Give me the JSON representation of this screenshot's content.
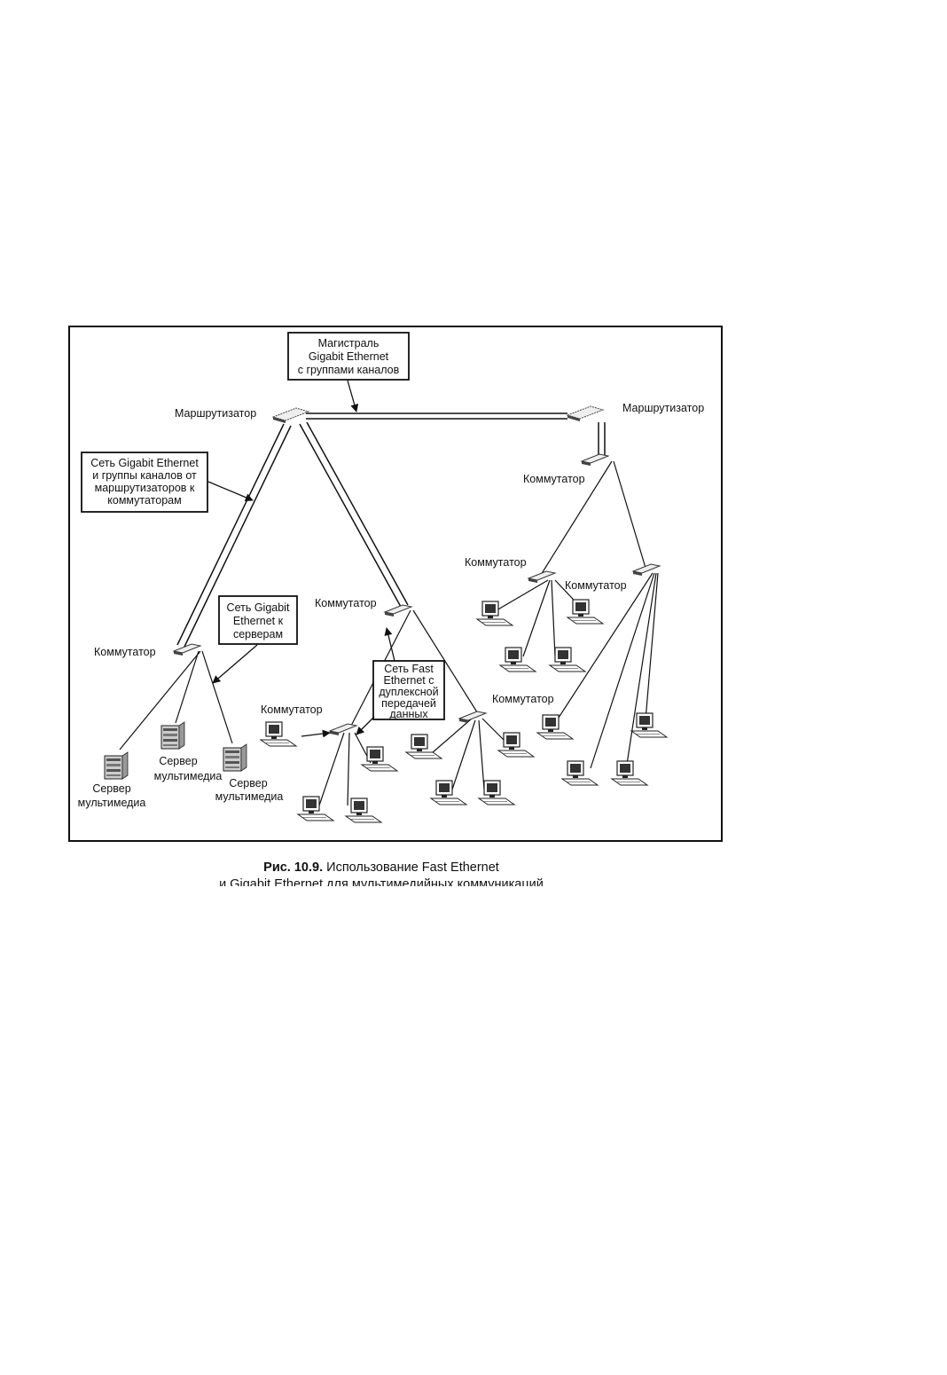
{
  "labels": {
    "backbone": [
      "Магистраль",
      "Gigabit Ethernet",
      "с группами каналов"
    ],
    "net_routers_to_switches": [
      "Сеть Gigabit Ethernet",
      "и группы каналов от",
      "маршрутизаторов к",
      "коммутаторам"
    ],
    "net_to_servers": [
      "Сеть Gigabit",
      "Ethernet к",
      "серверам"
    ],
    "net_fast_ethernet": [
      "Сеть Fast",
      "Ethernet с",
      "дуплексной",
      "передачей",
      "данных"
    ],
    "router": "Маршрутизатор",
    "switch": "Коммутатор",
    "server": [
      "Сервер",
      "мультимедиа"
    ]
  },
  "caption": {
    "number": "Рис. 10.9.",
    "line1": "Использование Fast Ethernet",
    "line2": "и Gigabit Ethernet для мультимедийных коммуникаций"
  }
}
